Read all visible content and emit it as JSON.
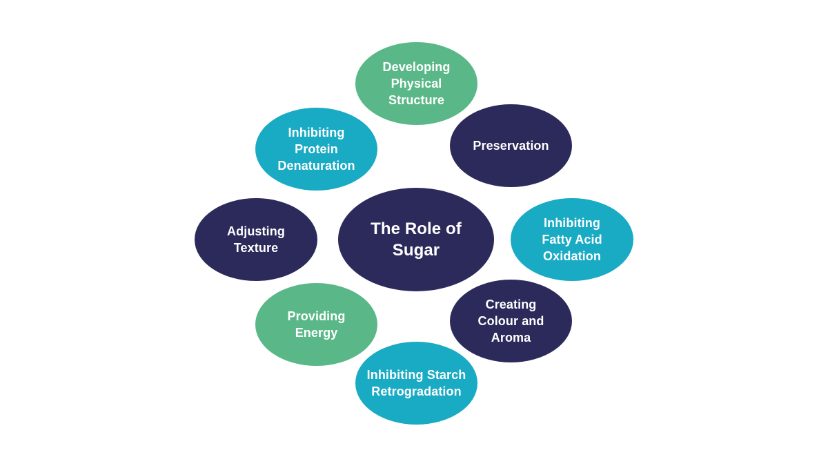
{
  "colors": {
    "navy": "#2b2a5b",
    "teal": "#19aac4",
    "green": "#5ab888",
    "background": "#ffffff",
    "text": "#ffffff"
  },
  "diagram": {
    "center": {
      "label": "The Role of Sugar",
      "color": "navy"
    },
    "nodes": [
      {
        "id": "developing-physical-structure",
        "label": "Developing Physical Structure",
        "color": "green"
      },
      {
        "id": "preservation",
        "label": "Preservation",
        "color": "navy"
      },
      {
        "id": "inhibiting-fatty-acid-oxidation",
        "label": "Inhibiting Fatty Acid Oxidation",
        "color": "teal"
      },
      {
        "id": "creating-colour-and-aroma",
        "label": "Creating Colour and Aroma",
        "color": "navy"
      },
      {
        "id": "inhibiting-starch-retrogradation",
        "label": "Inhibiting Starch Retrogradation",
        "color": "teal"
      },
      {
        "id": "providing-energy",
        "label": "Providing Energy",
        "color": "green"
      },
      {
        "id": "adjusting-texture",
        "label": "Adjusting Texture",
        "color": "navy"
      },
      {
        "id": "inhibiting-protein-denaturation",
        "label": "Inhibiting Protein Denaturation",
        "color": "teal"
      }
    ]
  }
}
